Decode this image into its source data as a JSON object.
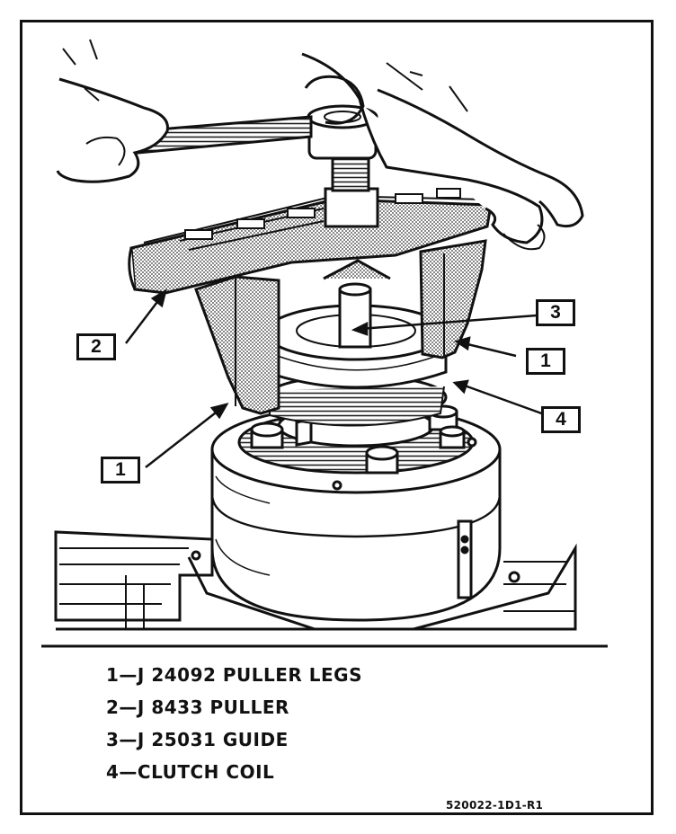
{
  "callouts": {
    "puller": "2",
    "guide": "3",
    "legs_right": "1",
    "coil": "4",
    "legs_left": "1"
  },
  "legend": [
    "1—J 24092 PULLER LEGS",
    "2—J 8433 PULLER",
    "3—J 25031 GUIDE",
    "4—CLUTCH COIL"
  ],
  "figure_id": "520022-1D1-R1",
  "colors": {
    "ink": "#111111",
    "paper": "#ffffff",
    "shade": "#9a9a9a"
  }
}
